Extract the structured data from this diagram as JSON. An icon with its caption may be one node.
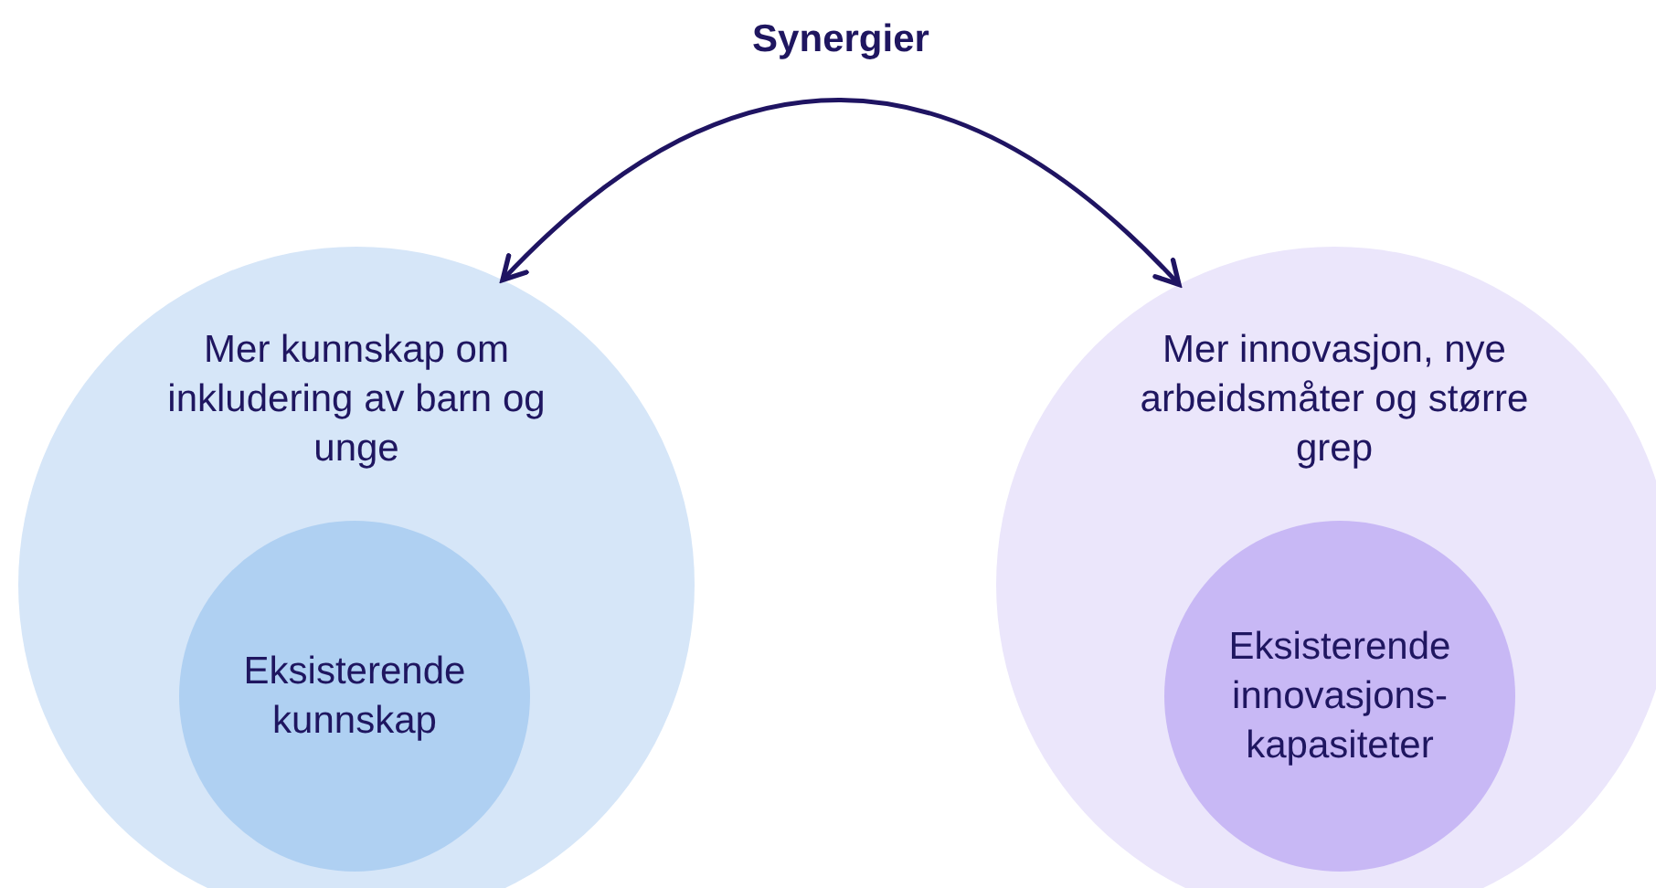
{
  "diagram": {
    "nodes": [
      {
        "text": [
          "Mer kunnskap om inkludering av barn og unge"
        ]
      },
      {
        "text": [
          "Eksisterende kunnskap"
        ],
        "in": 0
      },
      {
        "text": [
          "Mer innovasjon, nye arbeidsmåter og større grep"
        ]
      },
      {
        "text": [
          "Eksisterende innovasjons- kapasiteter"
        ],
        "in": 2
      }
    ],
    "edges": [
      {
        "from": 0,
        "to": 2,
        "arrow": "both",
        "label": "Synergier"
      }
    ]
  }
}
